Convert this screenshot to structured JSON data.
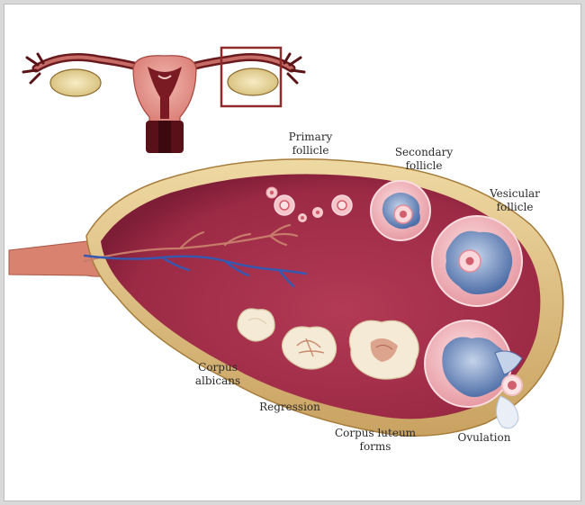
{
  "labels": {
    "primary_follicle": [
      "Primary",
      "follicle"
    ],
    "secondary_follicle": [
      "Secondary",
      "follicle"
    ],
    "vesicular_follicle": [
      "Vesicular",
      "follicle"
    ],
    "corpus_albicans": [
      "Corpus",
      "albicans"
    ],
    "regression": "Regression",
    "corpus_luteum_forms": [
      "Corpus luteum",
      "forms"
    ],
    "ovulation": "Ovulation"
  },
  "colors": {
    "frame_background": "#d9d9d9",
    "ovary_capsule": "#e7c98a",
    "ovary_stroma": "#9c2a45",
    "uterus": "#e49a92",
    "cervix": "#5a1018",
    "follicle": "#f2b7bd",
    "antrum": "#5d7fb4",
    "corpus": "#f4ead6",
    "highlight_box": "#8e2a2a",
    "vein": "#3559b0",
    "artery": "#c77b6a"
  },
  "icons": [
    "uterus-diagram",
    "ovary-cross-section",
    "highlight-box",
    "egg-cell-icon"
  ]
}
